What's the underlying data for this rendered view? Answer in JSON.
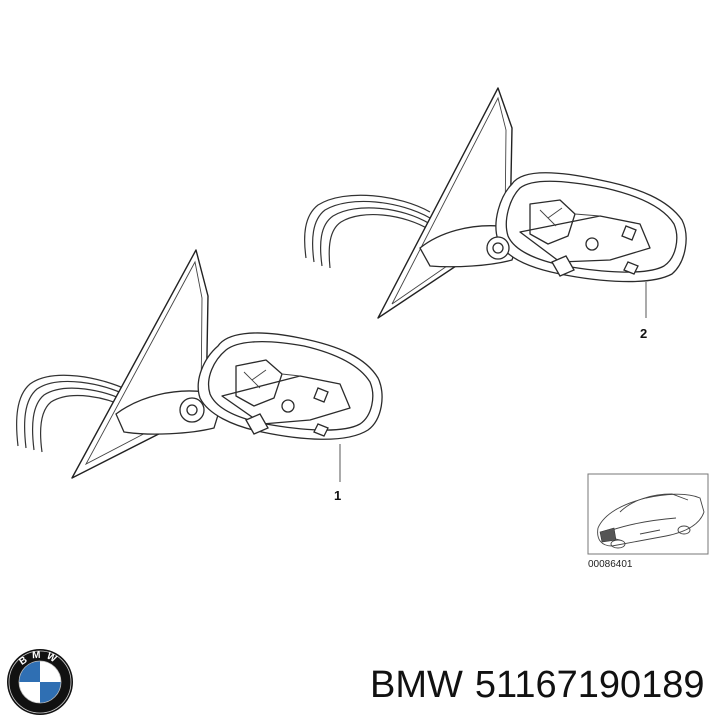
{
  "callouts": [
    {
      "number": "1"
    },
    {
      "number": "2"
    }
  ],
  "reference": {
    "image_code": "00086401"
  },
  "caption": {
    "brand": "BMW",
    "part_number": "51167190189"
  },
  "logo": {
    "letters": "BMW",
    "colors": {
      "ring": "#111111",
      "blue": "#2f6fb3",
      "white": "#ffffff"
    }
  }
}
